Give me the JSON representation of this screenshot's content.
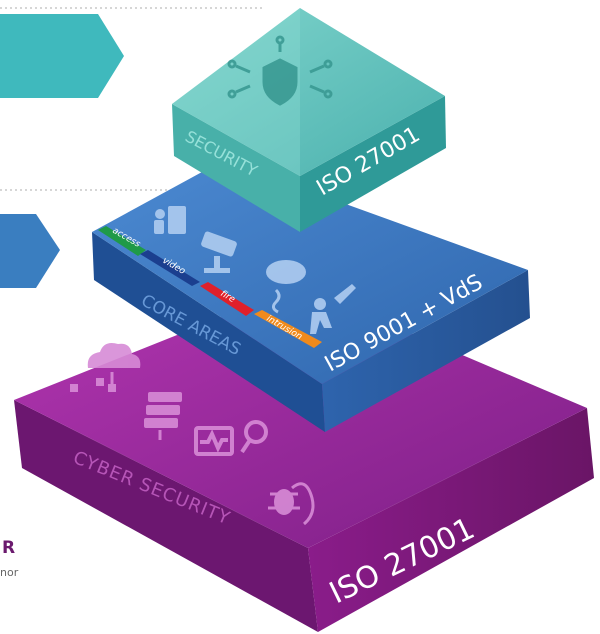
{
  "colors": {
    "security_top": "#5cc0b9",
    "security_side": "#3fa8a6",
    "core_top": "#3b78c4",
    "core_side": "#2d62a8",
    "cyber_top": "#a52aa6",
    "cyber_side": "#7a1f7e",
    "arrow_teal": "#3fb9bd",
    "arrow_blue": "#3a7ec0",
    "tag_access": "#1f9a48",
    "tag_video": "#1b3f8f",
    "tag_fire": "#e0202a",
    "tag_intrusion": "#f08a1c"
  },
  "layers": {
    "security": {
      "title": "SECURITY",
      "standard": "ISO 27001"
    },
    "core": {
      "title": "CORE AREAS",
      "standard": "ISO 9001 + VdS",
      "tags": [
        "access",
        "video",
        "fire",
        "intrusion"
      ]
    },
    "cyber": {
      "title": "CYBER SECURITY",
      "standard": "ISO 27001"
    }
  },
  "side_text": {
    "brand_fragment": "R",
    "brand_sub": "nor"
  },
  "icons": [
    "shield-network-icon",
    "access-control-icon",
    "camera-icon",
    "smoke-detector-icon",
    "intruder-icon",
    "cloud-network-icon",
    "server-rack-icon",
    "monitor-search-icon",
    "bug-icon"
  ]
}
